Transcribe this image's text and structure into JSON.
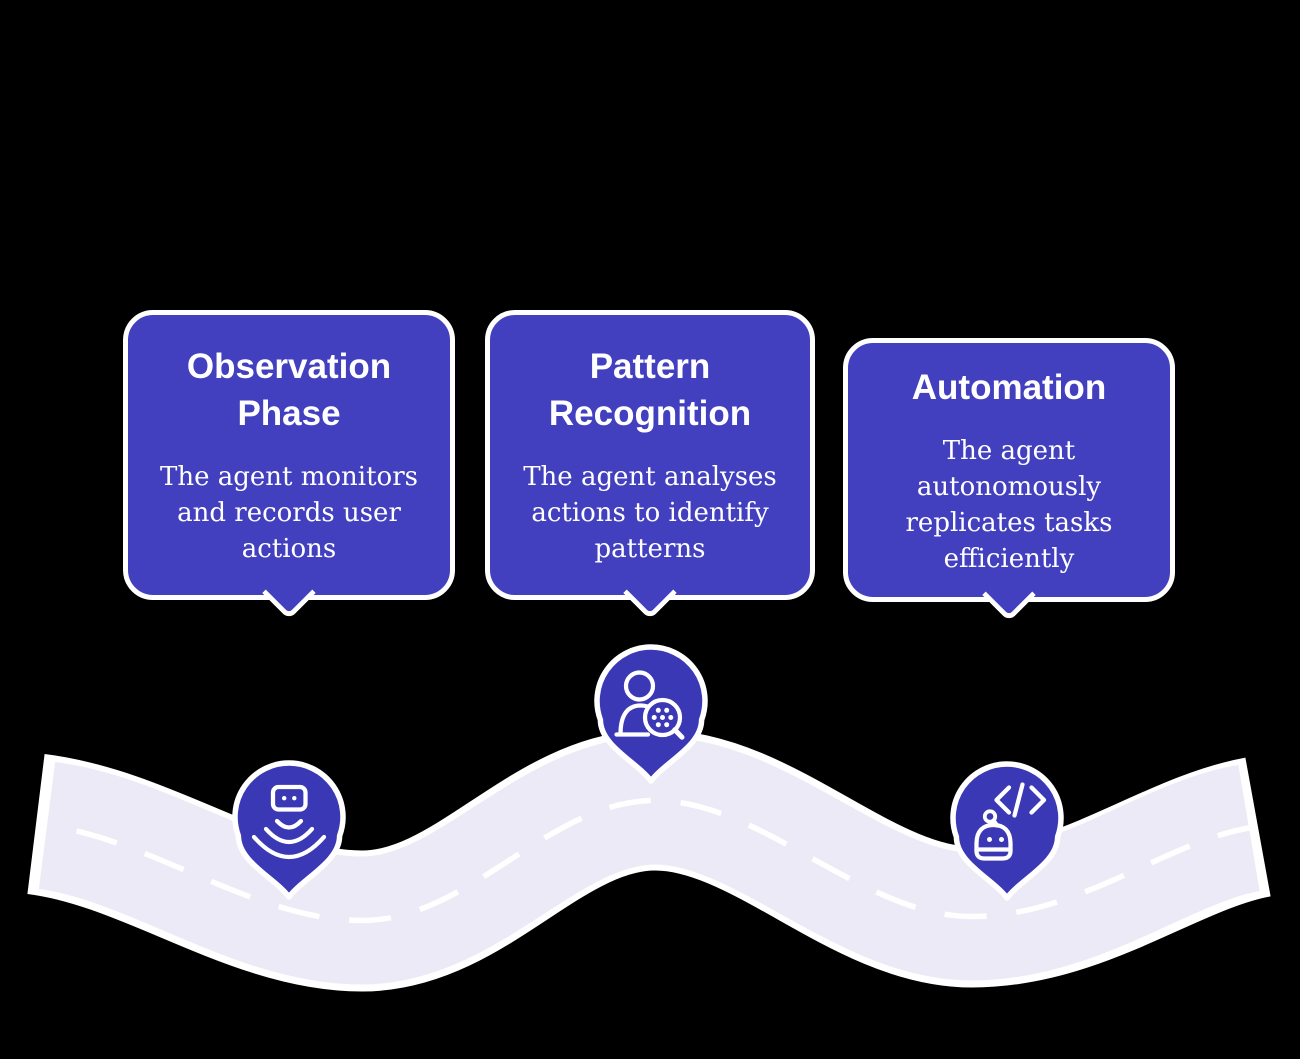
{
  "palette": {
    "card_bg": "#4340BF",
    "pin_bg": "#3A38B4",
    "road_fill": "#ECEAF6",
    "white": "#FFFFFF",
    "background": "#000000",
    "text": "#FFFFFF"
  },
  "cards": [
    {
      "title": "Observation Phase",
      "body": "The agent monitors and records user actions"
    },
    {
      "title": "Pattern Recognition",
      "body": "The agent analyses actions to identify patterns"
    },
    {
      "title": "Automation",
      "body": "The agent autonomously replicates tasks efficiently"
    }
  ],
  "pins": [
    {
      "icon": "motion-sensor-icon",
      "step": "observation"
    },
    {
      "icon": "person-pattern-magnifier-icon",
      "step": "pattern-recognition"
    },
    {
      "icon": "robot-code-icon",
      "step": "automation"
    }
  ]
}
